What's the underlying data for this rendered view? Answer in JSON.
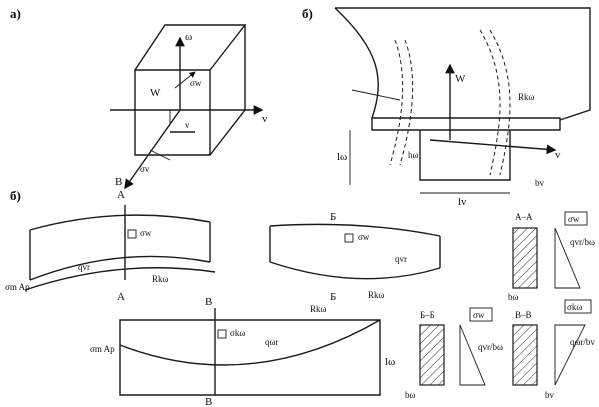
{
  "panels": {
    "a": "а)",
    "b_top": "б)",
    "b_bottom": "б)"
  },
  "labels": {
    "omega": "ω",
    "v": "v",
    "W": "W",
    "sigma_w": "σw",
    "sigma_v": "σv",
    "v_small": "v",
    "b_label": "B",
    "R_kw": "Rkω",
    "l_omega": "lω",
    "h_omega": "hω",
    "b_v": "bv",
    "l_v": "lv",
    "A": "A",
    "B_cyr": "Б",
    "V_cyr": "В",
    "sigma_kw": "σkω",
    "q_vr": "qvr",
    "q_wr": "qωr",
    "sigma_m_ar": "σm Aр",
    "R_kw2": "Rkω",
    "section_AA": "А–А",
    "section_BB": "Б–Б",
    "section_VV": "В–В",
    "sig_b1": "σw",
    "sig_b2": "σw",
    "sig_kw": "σkω",
    "q_vr_bw": "qvr/bω",
    "q_vr_bw2": "qvr/bω",
    "q_wr_bv": "qωr/bv",
    "b_w": "bω",
    "b_w2": "bω",
    "b_v2": "bv"
  }
}
